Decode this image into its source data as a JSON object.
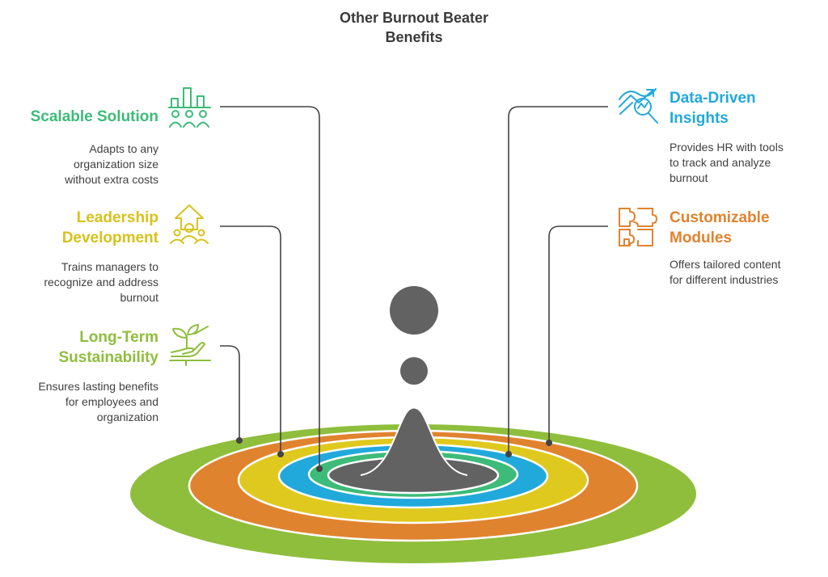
{
  "title": {
    "line1": "Other Burnout Beater",
    "line2": "Benefits"
  },
  "colors": {
    "green_light": "#8fbe3c",
    "orange": "#e0832f",
    "yellow": "#e0c91e",
    "blue": "#22a9dc",
    "green": "#3dbb78",
    "gray": "#626262",
    "text": "#3f3f3f"
  },
  "benefits": {
    "scalable": {
      "title": "Scalable Solution",
      "desc": [
        "Adapts to any",
        "organization size",
        "without extra costs"
      ],
      "icon": "bar-chart-people-icon",
      "color": "#3dbb78"
    },
    "leadership": {
      "title": [
        "Leadership",
        "Development"
      ],
      "desc": [
        "Trains managers to",
        "recognize and address",
        "burnout"
      ],
      "icon": "leader-arrow-icon",
      "color": "#d8c21c"
    },
    "sustainability": {
      "title": [
        "Long-Term",
        "Sustainability"
      ],
      "desc": [
        "Ensures lasting benefits",
        "for employees and",
        "organization"
      ],
      "icon": "sprout-hand-icon",
      "color": "#8fbe3c"
    },
    "data": {
      "title": [
        "Data-Driven",
        "Insights"
      ],
      "desc": [
        "Provides HR with tools",
        "to track and analyze",
        "burnout"
      ],
      "icon": "magnifier-chart-icon",
      "color": "#22a9dc"
    },
    "modules": {
      "title": [
        "Customizable",
        "Modules"
      ],
      "desc": [
        "Offers tailored content",
        "for different industries"
      ],
      "icon": "puzzle-pieces-icon",
      "color": "#e0832f"
    }
  }
}
